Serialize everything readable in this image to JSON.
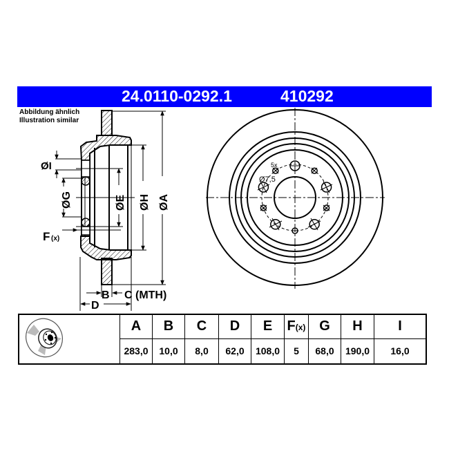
{
  "header": {
    "part_number": "24.0110-0292.1",
    "short_number": "410292",
    "background_color": "#0000ff",
    "text_color": "#ffffff"
  },
  "caption": {
    "line1": "Abbildung ähnlich",
    "line2": "Illustration similar"
  },
  "cross_section_labels": {
    "dia_I": "ØI",
    "dia_G": "ØG",
    "dia_E": "ØE",
    "dia_H": "ØH",
    "dia_A": "ØA",
    "F": "F",
    "F_sub": "(x)",
    "B": "B",
    "C_mth": "C (MTH)",
    "D": "D"
  },
  "front_view_labels": {
    "hole_count": "5x",
    "hole_diameter": "Ø7,5"
  },
  "table": {
    "thumbnail_icon": "brake-disc-thumbnail",
    "columns": [
      {
        "key": "A",
        "label": "A",
        "sub": "",
        "value": "283,0"
      },
      {
        "key": "B",
        "label": "B",
        "sub": "",
        "value": "10,0"
      },
      {
        "key": "C",
        "label": "C",
        "sub": "",
        "value": "8,0"
      },
      {
        "key": "D",
        "label": "D",
        "sub": "",
        "value": "62,0"
      },
      {
        "key": "E",
        "label": "E",
        "sub": "",
        "value": "108,0"
      },
      {
        "key": "F",
        "label": "F",
        "sub": "(x)",
        "value": "5"
      },
      {
        "key": "G",
        "label": "G",
        "sub": "",
        "value": "68,0"
      },
      {
        "key": "H",
        "label": "H",
        "sub": "",
        "value": "190,0"
      },
      {
        "key": "I",
        "label": "I",
        "sub": "",
        "value": "16,0"
      }
    ]
  }
}
